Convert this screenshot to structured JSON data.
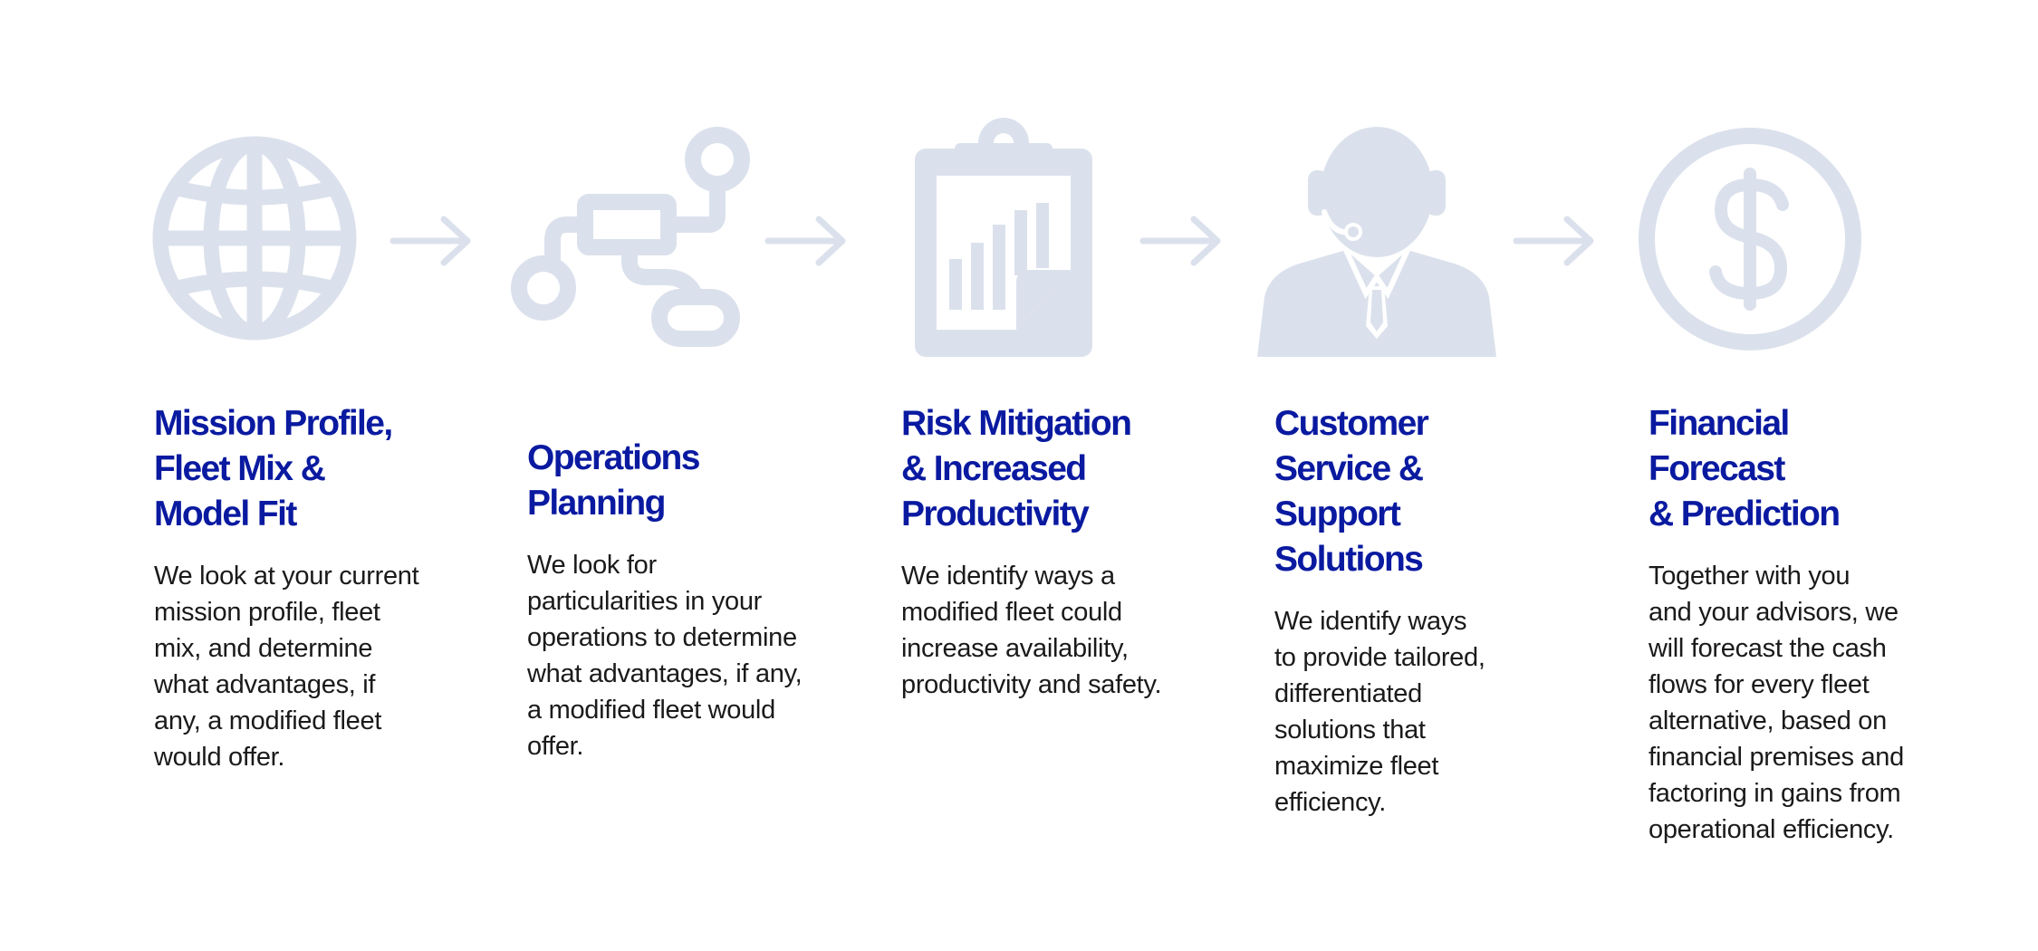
{
  "colors": {
    "icon_fill": "#dbe1ec",
    "title": "#0a1aa0",
    "body_text": "#1a1a1a",
    "background": "#ffffff"
  },
  "steps": [
    {
      "icon": "globe-icon",
      "title": "Mission Profile,\nFleet Mix &\nModel Fit",
      "description": "We look at your current\nmission profile, fleet\nmix, and determine\nwhat advantages, if\nany, a modified fleet\nwould offer."
    },
    {
      "icon": "workflow-icon",
      "title": "Operations\nPlanning",
      "description": "We look for\nparticularities in your\noperations to determine\nwhat advantages, if any,\na modified fleet would\noffer."
    },
    {
      "icon": "clipboard-chart-icon",
      "title": "Risk Mitigation\n& Increased\nProductivity",
      "description": "We identify ways a\nmodified fleet could\nincrease availability,\nproductivity and safety."
    },
    {
      "icon": "support-agent-icon",
      "title": "Customer\nService &\nSupport\nSolutions",
      "description": "We identify ways\nto provide tailored,\ndifferentiated\nsolutions that\nmaximize fleet\nefficiency."
    },
    {
      "icon": "dollar-coin-icon",
      "title": "Financial\nForecast\n& Prediction",
      "description": "Together with you\nand your advisors, we\nwill forecast the cash\nflows for every fleet\nalternative, based on\nfinancial premises and\nfactoring in gains from\noperational efficiency."
    }
  ],
  "connectors": [
    {
      "icon": "arrow-right-icon"
    },
    {
      "icon": "arrow-right-icon"
    },
    {
      "icon": "arrow-right-icon"
    },
    {
      "icon": "arrow-right-icon"
    }
  ]
}
